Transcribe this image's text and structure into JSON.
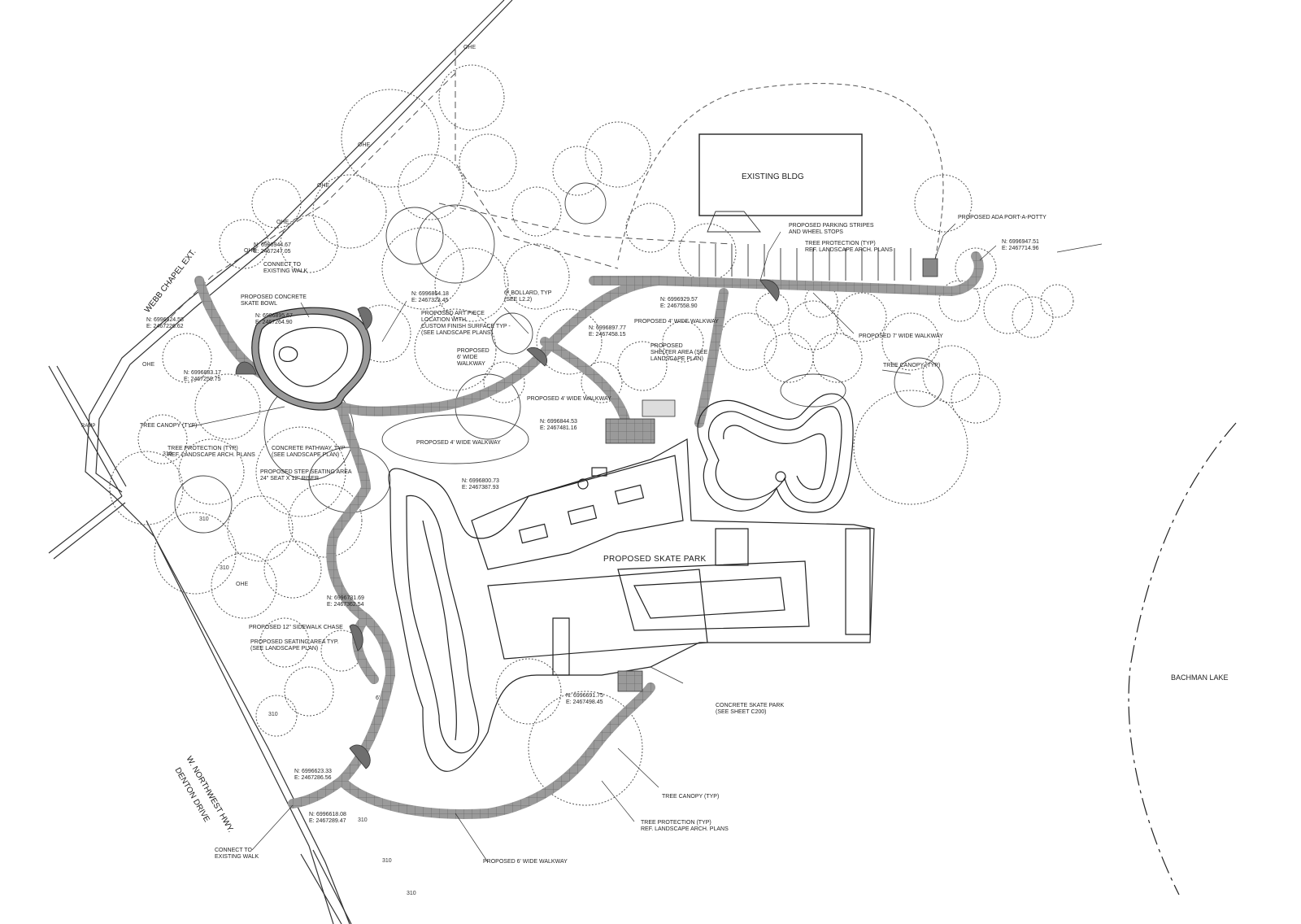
{
  "roads": {
    "webb_chapel": "WEBB CHAPEL EXT.",
    "northwest_hwy_1": "W. NORTHWEST HWY.",
    "northwest_hwy_2": "DENTON DRIVE",
    "lake": "BACHMAN LAKE"
  },
  "main": {
    "existing_bldg": "EXISTING BLDG",
    "skate_park": "PROPOSED SKATE PARK"
  },
  "labels": {
    "ada_potty": "PROPOSED ADA PORT-A-POTTY",
    "parking_stripes": "PROPOSED PARKING STRIPES\nAND WHEEL STOPS",
    "tree_protection_top": "TREE PROTECTION (TYP)\nREF. LANDSCAPE ARCH. PLANS",
    "coord_ne": "N: 6996947.51\nE: 2467714.96",
    "coord_nw1": "N: 6996944.67\nE: 2467247.05",
    "connect_walk_top": "CONNECT TO\nEXISTING WALK",
    "coord_w1": "N: 6996924.58\nE: 2467226.62",
    "concrete_bowl": "PROPOSED CONCRETE\nSKATE BOWL",
    "coord_bowl": "N: 6996895.67\nE: 2467264.90",
    "coord_art": "N: 6996864.18\nE: 2467323.45",
    "art_piece": "PROPOSED ART PIECE\nLOCATION WITH\nCUSTOM FINISH SURFACE TYP -\n(SEE LANDSCAPE PLANS)",
    "bollard": "6\" BOLLARD, TYP\n(SEE L2.2)",
    "walkway_6_mid": "PROPOSED\n6' WIDE\nWALKWAY",
    "coord_c1": "N: 6996929.57\nE: 2467558.90",
    "walkway_4_a": "PROPOSED 4' WIDE WALKWAY",
    "coord_c2": "N: 6996897.77\nE: 2467458.15",
    "shelter": "PROPOSED\nSHELTER AREA (SEE\nLANDSCAPE PLAN)",
    "walkway_7": "PROPOSED 7' WIDE WALKWAY",
    "tree_canopy_right": "TREE CANOPY (TYP)",
    "coord_w2": "N: 6996883.17\nE: 2467259.75",
    "walkway_4_b": "PROPOSED 4' WIDE WALKWAY",
    "coord_c3": "N: 6996844.53\nE: 2467481.16",
    "tree_canopy_left": "TREE CANOPY (TYP)",
    "tree_protection_left": "TREE PROTECTION (TYP)\nREF. LANDSCAPE ARCH. PLANS",
    "concrete_pathway": "CONCRETE PATHWAY, TYP\n(SEE LANDSCAPE PLAN)",
    "walkway_4_c": "PROPOSED 4' WIDE WALKWAY",
    "step_seating": "PROPOSED STEP SEATING AREA\n24\" SEAT X 12\" RISER",
    "coord_c4": "N: 6996800.73\nE: 2467387.93",
    "coord_c5": "N: 6996731.69\nE: 2467362.54",
    "sidewalk_chase": "PROPOSED 12\" SIDEWALK CHASE",
    "seating_area": "PROPOSED SEATING AREA TYP.\n(SEE LANDSCAPE PLAN)",
    "coord_c6": "N: 6996691.75\nE: 2467498.45",
    "concrete_skate_park": "CONCRETE SKATE PARK\n(SEE SHEET C200)",
    "dim_6": "6'",
    "coord_s1": "N: 6996623.33\nE: 2467286.56",
    "coord_s2": "N: 6996618.08\nE: 2467289.47",
    "tree_canopy_bottom": "TREE CANOPY (TYP)",
    "tree_protection_bottom": "TREE PROTECTION (TYP)\nREF. LANDSCAPE ARCH. PLANS",
    "connect_walk_bottom": "CONNECT TO\nEXISTING WALK",
    "walkway_6_bottom": "PROPOSED 6' WIDE WALKWAY",
    "ramp": "RAMP"
  },
  "utility_marks": {
    "ohe": "OHE",
    "line_310": "310"
  }
}
